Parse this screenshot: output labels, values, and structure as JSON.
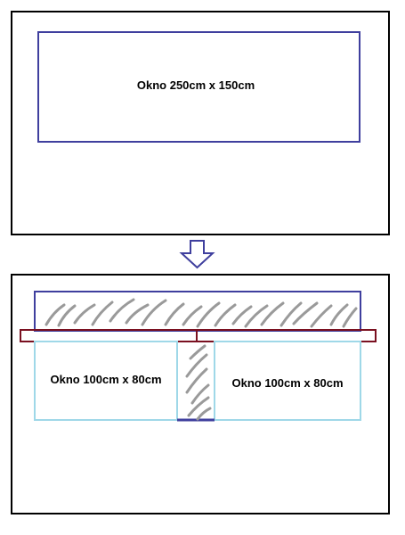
{
  "before": {
    "window_label": "Okno 250cm x 150cm"
  },
  "after": {
    "left_window_label": "Okno 100cm x 80cm",
    "right_window_label": "Okno 100cm x 80cm"
  },
  "colors": {
    "frame": "#000000",
    "window_large": "#3f3f9e",
    "window_small": "#9fd8e8",
    "beam": "#7a1020",
    "arrow": "#3f3f9e",
    "hatch": "#9a9a9a"
  }
}
